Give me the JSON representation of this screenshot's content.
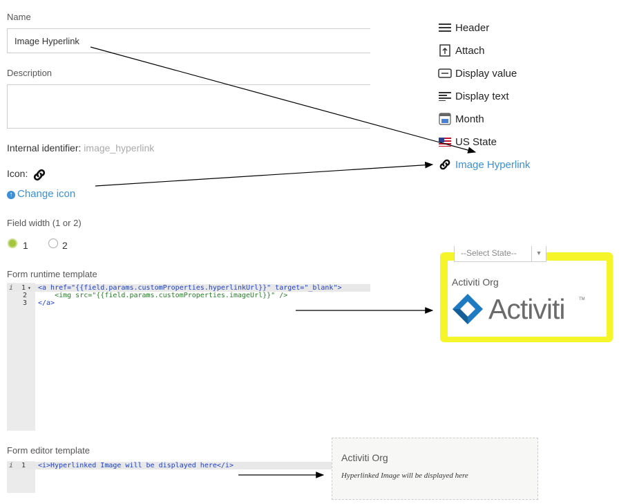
{
  "form": {
    "name_label": "Name",
    "name_value": "Image Hyperlink",
    "description_label": "Description",
    "description_value": "",
    "identifier_label": "Internal identifier:",
    "identifier_value": "image_hyperlink",
    "icon_label": "Icon:",
    "change_icon_label": "Change icon",
    "field_width_label": "Field width (1 or 2)",
    "width_options": [
      "1",
      "2"
    ],
    "width_selected": "1",
    "runtime_template_label": "Form runtime template",
    "runtime_lines": [
      "<a href=\"{{field.params.customProperties.hyperlinkUrl}}\" target=\"_blank\">",
      "    <img src=\"{{field.params.customProperties.imageUrl}}\" />",
      "</a>"
    ],
    "runtime_line_numbers": [
      "1",
      "2",
      "3"
    ],
    "editor_template_label": "Form editor template",
    "editor_lines": [
      "<i>Hyperlinked Image will be displayed here</i>"
    ],
    "editor_line_numbers": [
      "1"
    ]
  },
  "palette": {
    "items": [
      {
        "label": "Header",
        "icon": "header-icon"
      },
      {
        "label": "Attach",
        "icon": "attach-icon"
      },
      {
        "label": "Display value",
        "icon": "display-value-icon"
      },
      {
        "label": "Display text",
        "icon": "display-text-icon"
      },
      {
        "label": "Month",
        "icon": "month-calendar-icon"
      },
      {
        "label": "US State",
        "icon": "us-flag-icon"
      },
      {
        "label": "Image Hyperlink",
        "icon": "link-icon"
      }
    ]
  },
  "runtime_preview": {
    "select_placeholder": "--Select State--",
    "field_label": "Activiti Org",
    "logo_text": "Activiti",
    "logo_tm": "TM"
  },
  "editor_preview": {
    "field_label": "Activiti Org",
    "placeholder_text": "Hyperlinked Image will be displayed here"
  },
  "colors": {
    "link": "#3a8fd6",
    "highlight": "#f5f52a",
    "radio_selected": "#a4c43d",
    "activiti_blue": "#1f7bc1",
    "activiti_text": "#6b6b6b"
  }
}
